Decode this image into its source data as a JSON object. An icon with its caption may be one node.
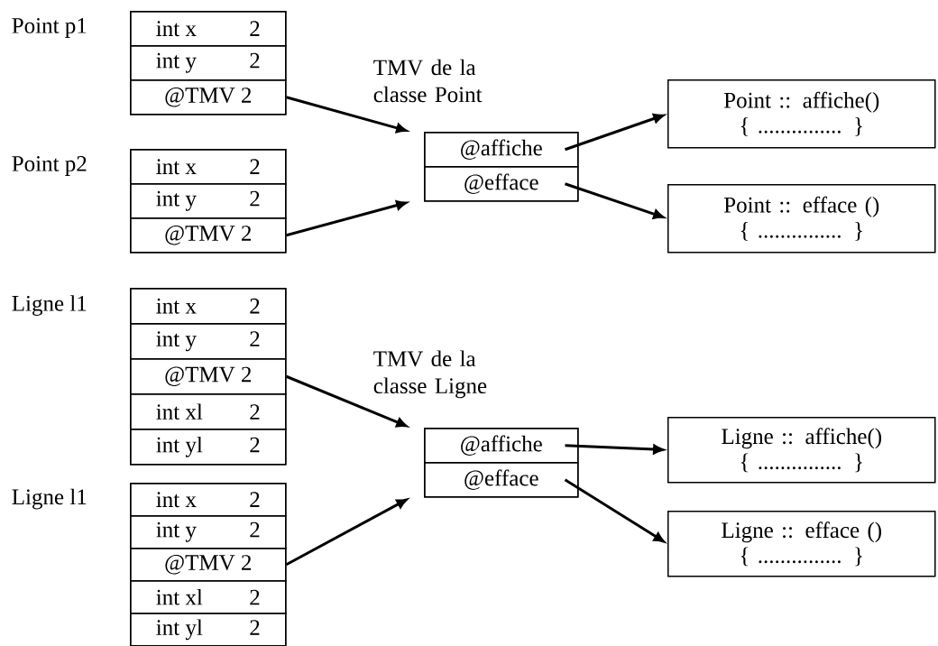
{
  "diagram": {
    "nodes": [
      {
        "text": [
          "Point p1"
        ]
      },
      {
        "text": [
          "int x",
          "2"
        ],
        "in": 0
      },
      {
        "text": [
          "int y",
          "2"
        ],
        "in": 0
      },
      {
        "text": [
          "@TMV 2"
        ],
        "in": 0
      },
      {
        "text": [
          "Point p2"
        ]
      },
      {
        "text": [
          "int x",
          "2"
        ],
        "in": 4
      },
      {
        "text": [
          "int y",
          "2"
        ],
        "in": 4
      },
      {
        "text": [
          "@TMV 2"
        ],
        "in": 4
      },
      {
        "text": [
          "TMV de la classe Point"
        ]
      },
      {
        "text": [
          "@affiche"
        ],
        "in": 8
      },
      {
        "text": [
          "@efface"
        ],
        "in": 8
      },
      {
        "text": [
          "Point :: affiche()",
          "{ ............... }"
        ]
      },
      {
        "text": [
          "Point :: efface ()",
          "{ ............... }"
        ]
      },
      {
        "text": [
          "Ligne l1"
        ]
      },
      {
        "text": [
          "int x",
          "2"
        ],
        "in": 13
      },
      {
        "text": [
          "int y",
          "2"
        ],
        "in": 13
      },
      {
        "text": [
          "@TMV 2"
        ],
        "in": 13
      },
      {
        "text": [
          "int xl",
          "2"
        ],
        "in": 13
      },
      {
        "text": [
          "int yl",
          "2"
        ],
        "in": 13
      },
      {
        "text": [
          "Ligne l1"
        ]
      },
      {
        "text": [
          "int x",
          "2"
        ],
        "in": 19
      },
      {
        "text": [
          "int y",
          "2"
        ],
        "in": 19
      },
      {
        "text": [
          "@TMV 2"
        ],
        "in": 19
      },
      {
        "text": [
          "int xl",
          "2"
        ],
        "in": 19
      },
      {
        "text": [
          "int yl",
          "2"
        ],
        "in": 19
      },
      {
        "text": [
          "TMV de la classe Ligne"
        ]
      },
      {
        "text": [
          "@affiche"
        ],
        "in": 25
      },
      {
        "text": [
          "@efface"
        ],
        "in": 25
      },
      {
        "text": [
          "Ligne :: affiche()",
          "{ ............... }"
        ]
      },
      {
        "text": [
          "Ligne :: efface ()",
          "{ ............... }"
        ]
      }
    ],
    "edges": [
      {
        "from": 3,
        "to": 8,
        "arrow": "to"
      },
      {
        "from": 7,
        "to": 8,
        "arrow": "to"
      },
      {
        "from": 9,
        "to": 11,
        "arrow": "to"
      },
      {
        "from": 10,
        "to": 12,
        "arrow": "to"
      },
      {
        "from": 16,
        "to": 25,
        "arrow": "to"
      },
      {
        "from": 22,
        "to": 25,
        "arrow": "to"
      },
      {
        "from": 26,
        "to": 28,
        "arrow": "to"
      },
      {
        "from": 27,
        "to": 29,
        "arrow": "to"
      }
    ]
  }
}
